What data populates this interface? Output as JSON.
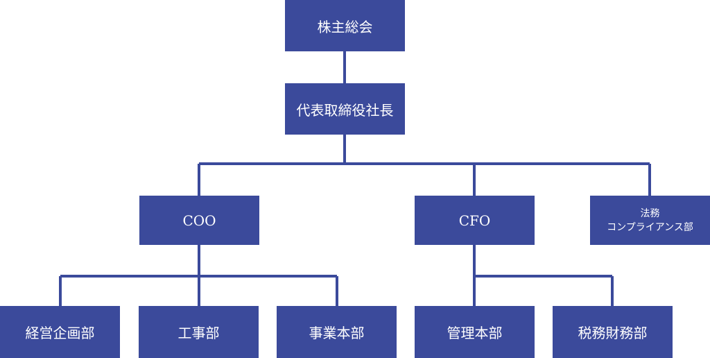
{
  "chart": {
    "nodes": {
      "shareholders": "株主総会",
      "president": "代表取締役社長",
      "coo": "COO",
      "cfo": "CFO",
      "legal_line1": "法務",
      "legal_line2": "コンプライアンス部",
      "mgmt_planning": "経営企画部",
      "construction": "工事部",
      "business_hq": "事業本部",
      "admin_hq": "管理本部",
      "tax_finance": "税務財務部"
    },
    "colors": {
      "box": "#3b4a9b",
      "line": "#3b4a9b",
      "text": "#ffffff"
    }
  }
}
